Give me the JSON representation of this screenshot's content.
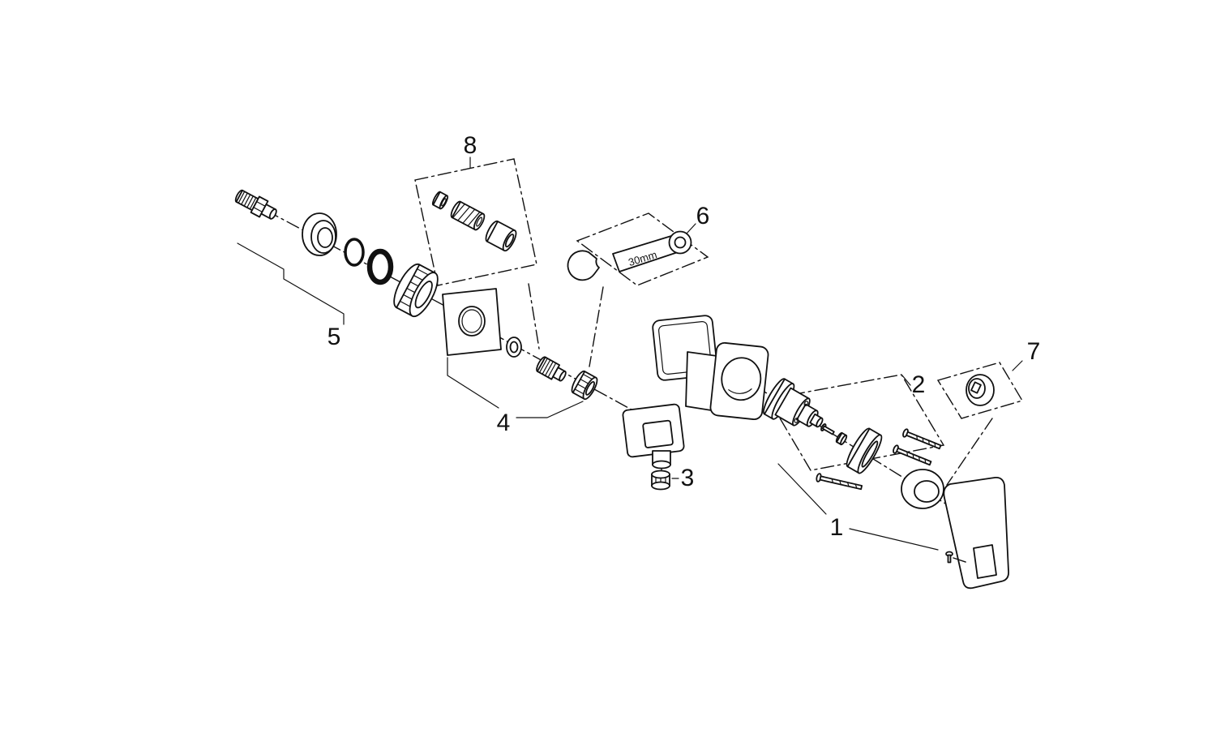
{
  "diagram": {
    "type": "exploded-parts-diagram",
    "background_color": "#ffffff",
    "line_color": "#111111",
    "callouts": {
      "c1": "1",
      "c2": "2",
      "c3": "3",
      "c4": "4",
      "c5": "5",
      "c6": "6",
      "c7": "7",
      "c8": "8"
    },
    "annotations": {
      "wrench_size": "30mm"
    }
  }
}
